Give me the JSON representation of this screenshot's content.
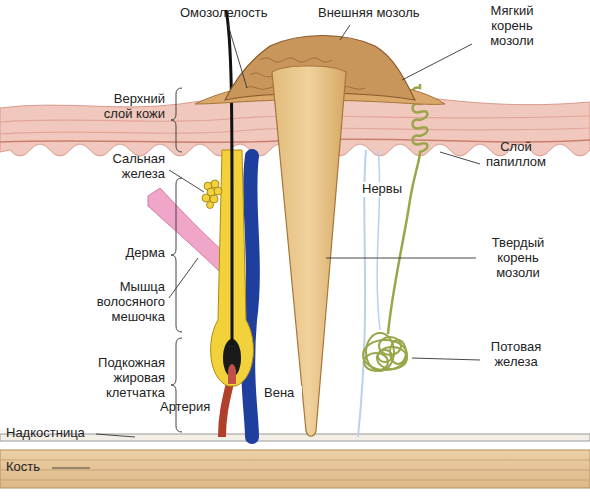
{
  "diagram": {
    "labels": [
      "Омозолелость",
      "Внешняя мозоль",
      "Мягкий корень мозоли",
      "Верхний слой кожи",
      "Сальная железа",
      "Слой папиллом",
      "Нервы",
      "Дерма",
      "Твердый корень мозоли",
      "Мышца волосяного мешочка",
      "Потовая железа",
      "Подкожная жировая клетчатка",
      "Артерия",
      "Вена",
      "Надкостница",
      "Кость"
    ]
  }
}
